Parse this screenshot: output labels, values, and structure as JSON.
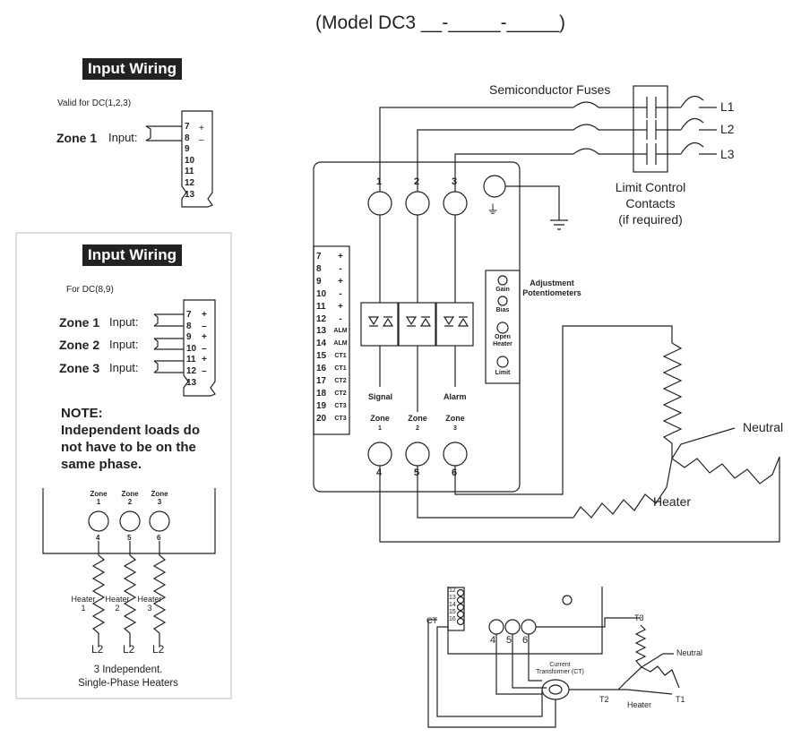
{
  "title": "(Model DC3 __-_____-_____)",
  "left_top": {
    "heading": "Input Wiring",
    "valid_note": "Valid for DC(1,2,3)",
    "zone_label": "Zone 1",
    "input_label": "Input:",
    "terminals": [
      "7",
      "8",
      "9",
      "10",
      "11",
      "12",
      "13"
    ],
    "polarity": [
      "+",
      "–"
    ]
  },
  "left_box": {
    "heading": "Input Wiring",
    "for_note": "For DC(8,9)",
    "zones": [
      {
        "label": "Zone 1",
        "input": "Input:"
      },
      {
        "label": "Zone 2",
        "input": "Input:"
      },
      {
        "label": "Zone 3",
        "input": "Input:"
      }
    ],
    "terminals": [
      "7",
      "8",
      "9",
      "10",
      "11",
      "12",
      "13"
    ],
    "polarity": [
      "+",
      "–",
      "+",
      "–",
      "+",
      "–"
    ],
    "note_title": "NOTE:",
    "note_lines": [
      "Independent loads do",
      "not have to be on the",
      "same phase."
    ],
    "mini_zones": [
      {
        "name": "Zone",
        "num": "1",
        "term": "4"
      },
      {
        "name": "Zone",
        "num": "2",
        "term": "5"
      },
      {
        "name": "Zone",
        "num": "3",
        "term": "6"
      }
    ],
    "heaters": [
      {
        "label": "Heater",
        "num": "1"
      },
      {
        "label": "Heater",
        "num": "2"
      },
      {
        "label": "Heater",
        "num": "3"
      }
    ],
    "line_labels": [
      "L2",
      "L2",
      "L2"
    ],
    "caption_lines": [
      "3 Independent.",
      "Single-Phase Heaters"
    ]
  },
  "main": {
    "fuses_label": "Semiconductor Fuses",
    "lines": [
      "L1",
      "L2",
      "L3"
    ],
    "limit_lines": [
      "Limit Control",
      "Contacts",
      "(if required)"
    ],
    "top_terms": [
      "1",
      "2",
      "3"
    ],
    "ground_symbol": "⏚",
    "bottom_terms": [
      "4",
      "5",
      "6"
    ],
    "terminal_block": [
      {
        "num": "7",
        "sig": "+"
      },
      {
        "num": "8",
        "sig": "-"
      },
      {
        "num": "9",
        "sig": "+"
      },
      {
        "num": "10",
        "sig": "-"
      },
      {
        "num": "11",
        "sig": "+"
      },
      {
        "num": "12",
        "sig": "-"
      },
      {
        "num": "13",
        "sig": "ALM"
      },
      {
        "num": "14",
        "sig": "ALM"
      },
      {
        "num": "15",
        "sig": "CT1"
      },
      {
        "num": "16",
        "sig": "CT1"
      },
      {
        "num": "17",
        "sig": "CT2"
      },
      {
        "num": "18",
        "sig": "CT2"
      },
      {
        "num": "19",
        "sig": "CT3"
      },
      {
        "num": "20",
        "sig": "CT3"
      }
    ],
    "adj_title_lines": [
      "Adjustment",
      "Potentiometers"
    ],
    "pots": [
      "Gain",
      "Bias",
      "Open Heater",
      "Limit"
    ],
    "signal_label": "Signal",
    "alarm_label": "Alarm",
    "zones": [
      {
        "name": "Zone",
        "num": "1"
      },
      {
        "name": "Zone",
        "num": "2"
      },
      {
        "name": "Zone",
        "num": "3"
      }
    ],
    "neutral_label": "Neutral",
    "heater_label": "Heater"
  },
  "inset": {
    "terms": [
      "12",
      "13",
      "14",
      "15",
      "16"
    ],
    "ct_label": "CT",
    "out_terms": [
      "4",
      "5",
      "6"
    ],
    "ct_caption_lines": [
      "Current",
      "Transformer (CT)"
    ],
    "neutral_label": "Neutral",
    "t_labels": [
      "T3",
      "T2",
      "T1"
    ],
    "heater_label": "Heater"
  }
}
